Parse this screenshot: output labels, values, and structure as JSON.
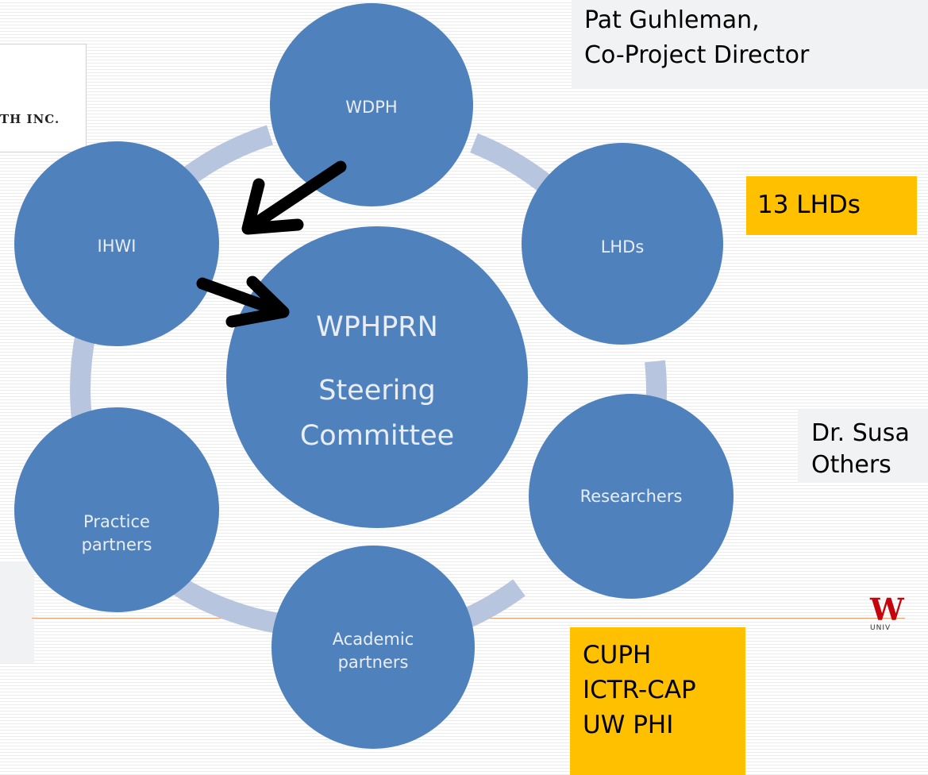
{
  "fragments": {
    "logo_left": "TH INC.",
    "logo_right": "W",
    "logo_right_sub": "UNIV"
  },
  "diagram": {
    "nodes": {
      "wdph": "WDPH",
      "lhds": "LHDs",
      "researchers": "Researchers",
      "academic_line1": "Academic",
      "academic_line2": "partners",
      "practice_line1": "Practice",
      "practice_line2": "partners",
      "ihwi": "IHWI",
      "center_line1": "WPHPRN",
      "center_line2": "Steering",
      "center_line3": "Committee"
    }
  },
  "callouts": {
    "pat_line1": "Pat Guhleman,",
    "pat_line2": "Co-Project Director",
    "lhds": "13 LHDs",
    "susan_line1": "Dr. Susa",
    "susan_line2": "Others",
    "academic_line1": "CUPH",
    "academic_line2": "ICTR-CAP",
    "academic_line3": "UW PHI"
  },
  "colors": {
    "node_fill": "#4f81bd",
    "ring": "#b7c5de",
    "highlight": "#ffc000",
    "note_bg": "#f1f2f3",
    "accent_line": "#e8a070",
    "arrow": "#000000"
  }
}
